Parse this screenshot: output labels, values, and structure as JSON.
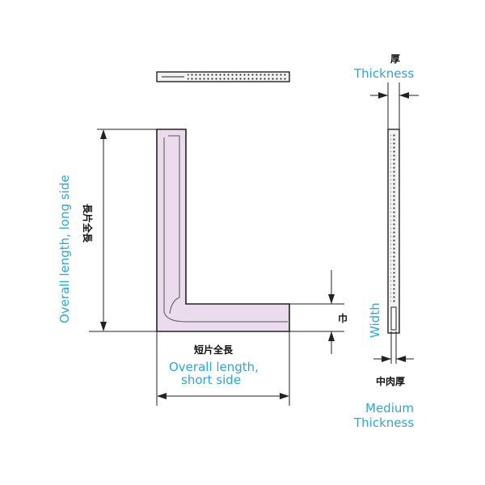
{
  "labels": {
    "thickness_jp": "厚",
    "thickness_en": "Thickness",
    "long_side_en": "Overall length, long side",
    "long_side_jp": "長片全長",
    "short_side_jp": "短片全長",
    "short_side_en_line1": "Overall length,",
    "short_side_en_line2": "short side",
    "width_jp": "巾",
    "width_en": "Width",
    "medium_thickness_jp": "中肉厚",
    "medium_thickness_en_line1": "Medium",
    "medium_thickness_en_line2": "Thickness"
  },
  "colors": {
    "label_blue": "#2aa8d8",
    "square_fill": "#eadcec",
    "outline": "#222222"
  }
}
